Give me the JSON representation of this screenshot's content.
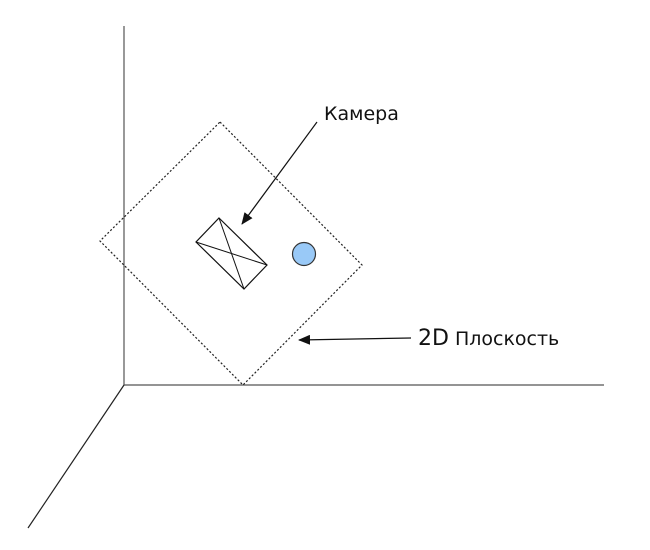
{
  "labels": {
    "camera": "Камера",
    "plane_prefix": "2D",
    "plane_word": "Плоскость"
  },
  "colors": {
    "axes": "#555555",
    "plane_border": "#222222",
    "camera": "#111111",
    "arrows": "#111111",
    "object_fill": "#99c9f7",
    "object_stroke": "#333333"
  }
}
